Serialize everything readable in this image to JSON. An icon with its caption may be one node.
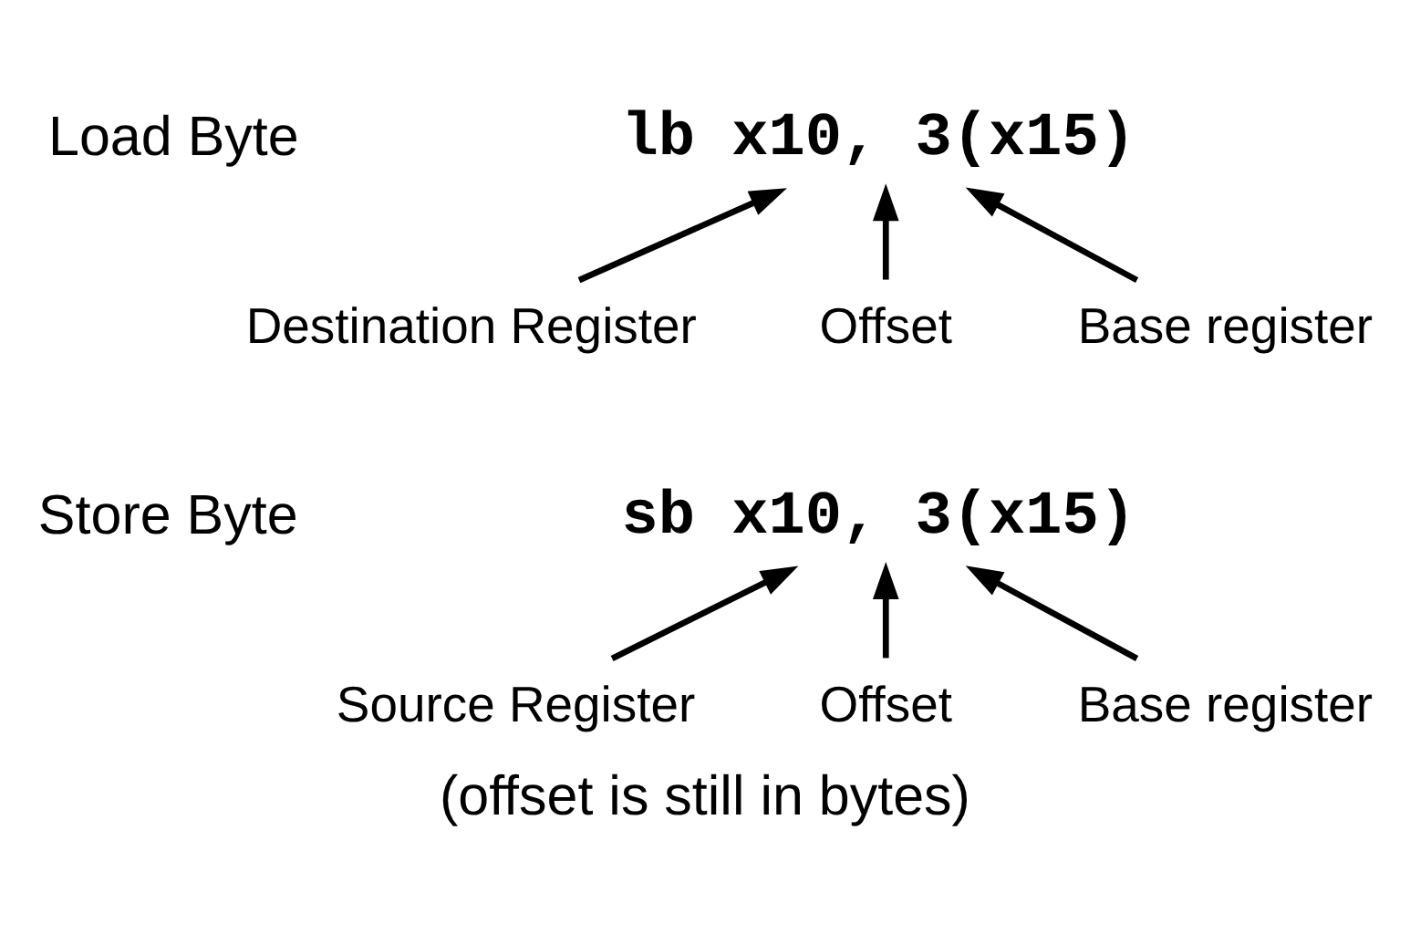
{
  "diagram": {
    "caption": "(offset is still in bytes)",
    "nodes": [
      {
        "text": [
          "lb x10, 3(x15)"
        ]
      },
      {
        "text": [
          "Destination Register"
        ]
      },
      {
        "text": [
          "Offset"
        ]
      },
      {
        "text": [
          "Base register"
        ]
      },
      {
        "text": [
          "sb x10, 3(x15)"
        ]
      },
      {
        "text": [
          "Source Register"
        ]
      },
      {
        "text": [
          "Offset"
        ]
      },
      {
        "text": [
          "Base register"
        ]
      }
    ],
    "edges": [
      {
        "from": 1,
        "to": 0,
        "arrow": "to"
      },
      {
        "from": 2,
        "to": 0,
        "arrow": "to"
      },
      {
        "from": 3,
        "to": 0,
        "arrow": "to"
      },
      {
        "from": 5,
        "to": 4,
        "arrow": "to"
      },
      {
        "from": 6,
        "to": 4,
        "arrow": "to"
      },
      {
        "from": 7,
        "to": 4,
        "arrow": "to"
      }
    ],
    "labels": [
      "Load Byte",
      "Store Byte"
    ]
  }
}
